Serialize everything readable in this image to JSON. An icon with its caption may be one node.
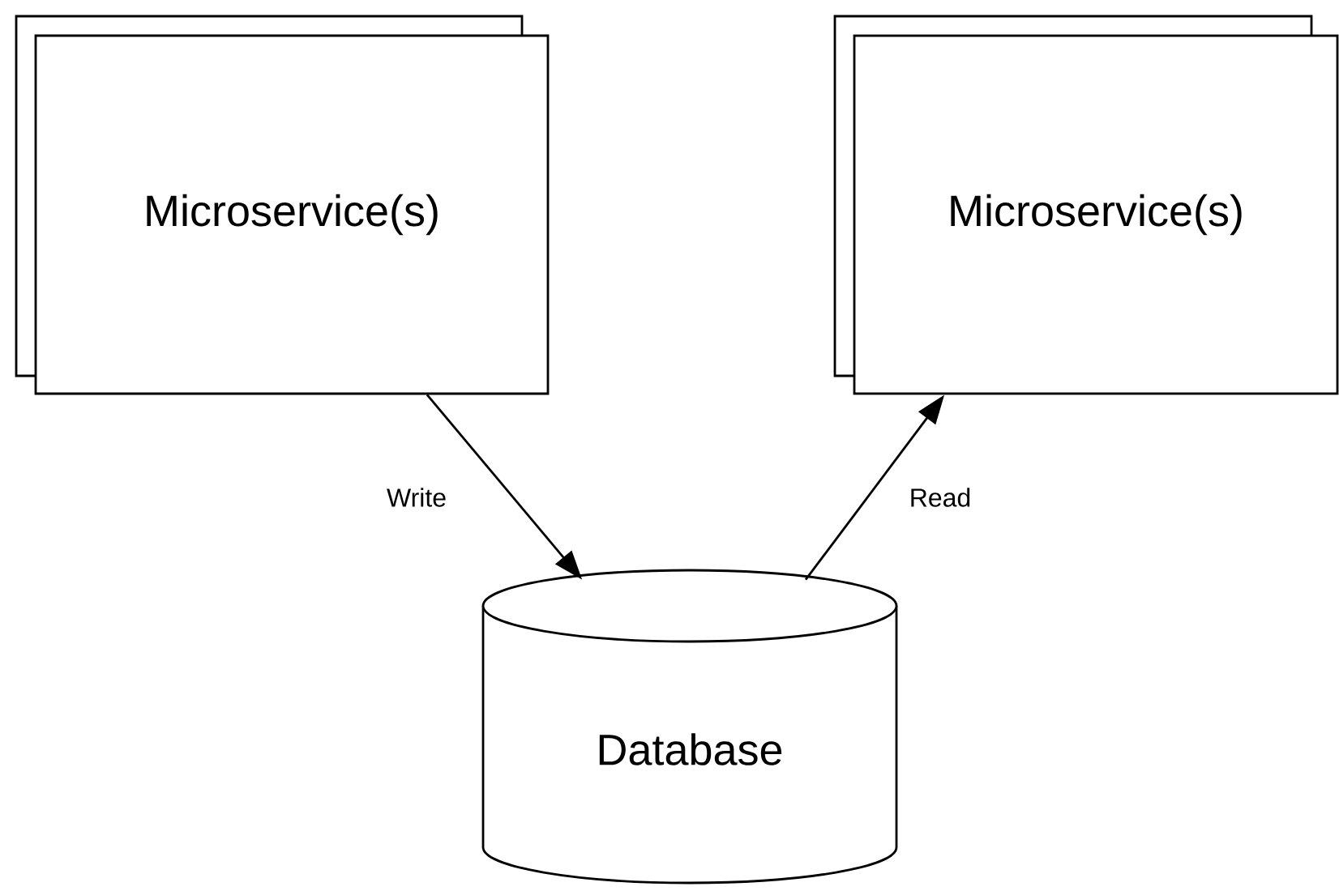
{
  "diagram": {
    "nodes": [
      {
        "text": [
          "Microservice(s)"
        ]
      },
      {
        "text": [
          "Microservice(s)"
        ]
      },
      {
        "text": [
          "Database"
        ]
      }
    ],
    "edges": [
      {
        "from": 0,
        "to": 2,
        "arrow": "to",
        "label": "Write"
      },
      {
        "from": 2,
        "to": 1,
        "arrow": "to",
        "label": "Read"
      }
    ]
  }
}
